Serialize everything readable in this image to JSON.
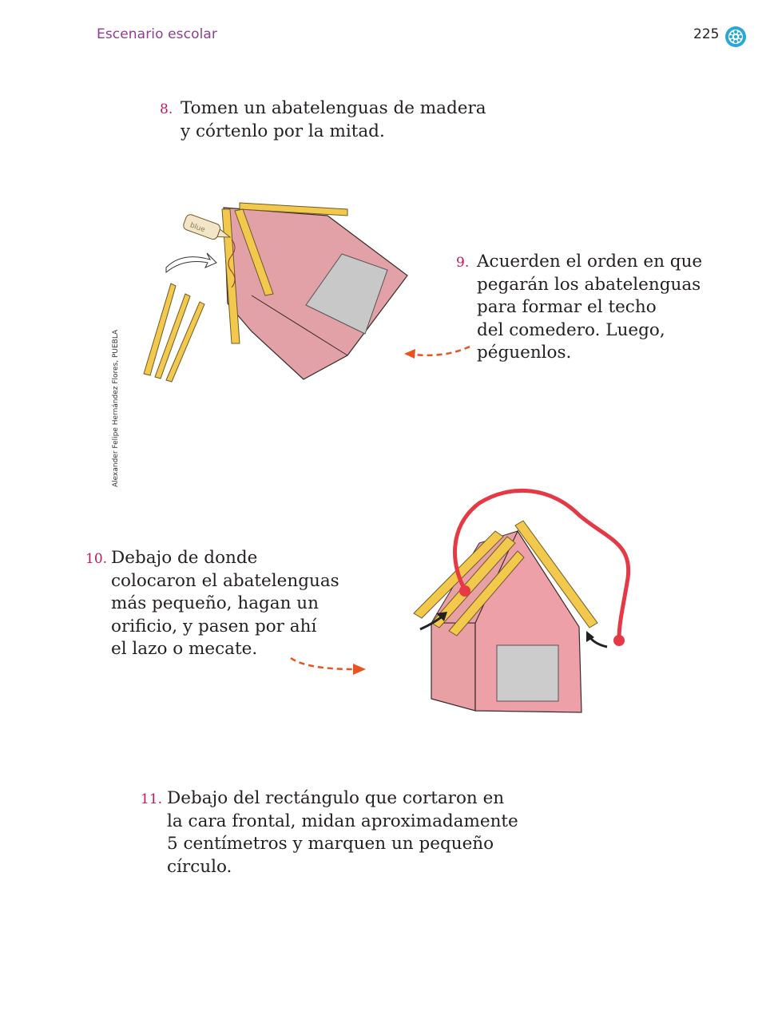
{
  "header": {
    "section_title": "Escenario escolar",
    "page_number": "225"
  },
  "steps": [
    {
      "number": "8.",
      "lines": [
        "Tomen un abatelenguas de madera",
        "y córtenlo por la mitad."
      ]
    },
    {
      "number": "9.",
      "lines": [
        "Acuerden el orden en que",
        "pegarán los abatelenguas",
        "para formar el techo",
        "del comedero. Luego,",
        "péguenlos."
      ]
    },
    {
      "number": "10.",
      "lines": [
        "Debajo de donde",
        "colocaron el abatelenguas",
        "más pequeño, hagan un",
        "orificio, y pasen por ahí",
        "el lazo o mecate."
      ]
    },
    {
      "number": "11.",
      "lines": [
        "Debajo del rectángulo que cortaron en",
        "la cara frontal, midan aproximadamente",
        "5 centímetros y marquen un pequeño",
        "círculo."
      ]
    }
  ],
  "illustration_credit": "Alexander Felipe Hernández Flores, PUEBLA",
  "glue_label": "blue",
  "colors": {
    "section_title": "#8e3e91",
    "step_number": "#c2185b",
    "house": "#e8a0a4",
    "stick": "#f2c94c",
    "window": "#cfcfcf",
    "string": "#e53946",
    "arrow": "#e8531f"
  }
}
